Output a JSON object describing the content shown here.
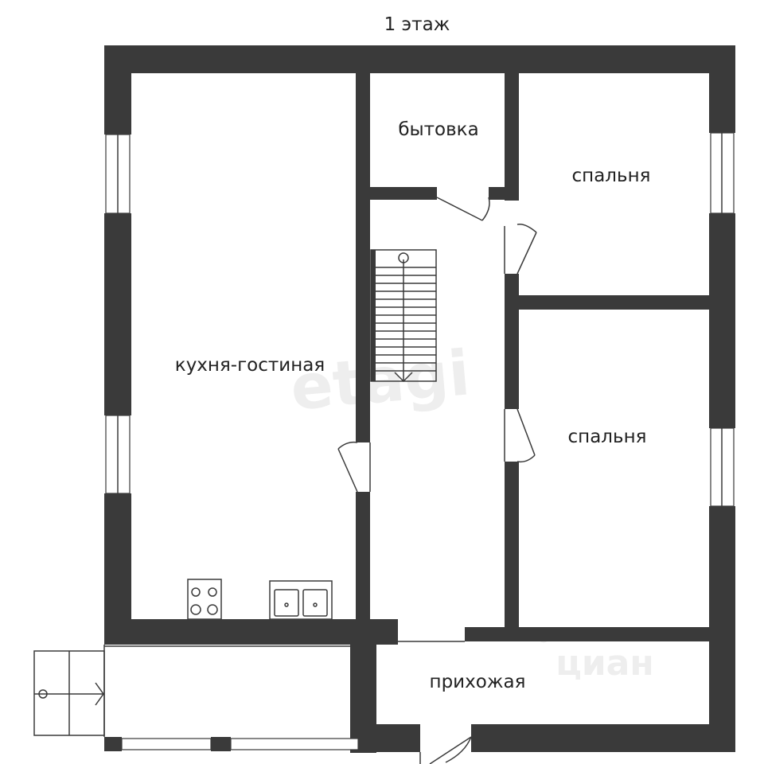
{
  "title": "1 этаж",
  "rooms": {
    "kitchen_living": "кухня-гостиная",
    "utility": "бытовка",
    "bedroom_top": "спальня",
    "bedroom_bottom": "спальня",
    "hallway": "прихожая"
  },
  "watermarks": {
    "etagi": "etagi",
    "cian": "циан"
  },
  "colors": {
    "wall": "#3a3a3a",
    "background": "#ffffff",
    "text": "#222222",
    "watermark": "#eeeeee"
  }
}
